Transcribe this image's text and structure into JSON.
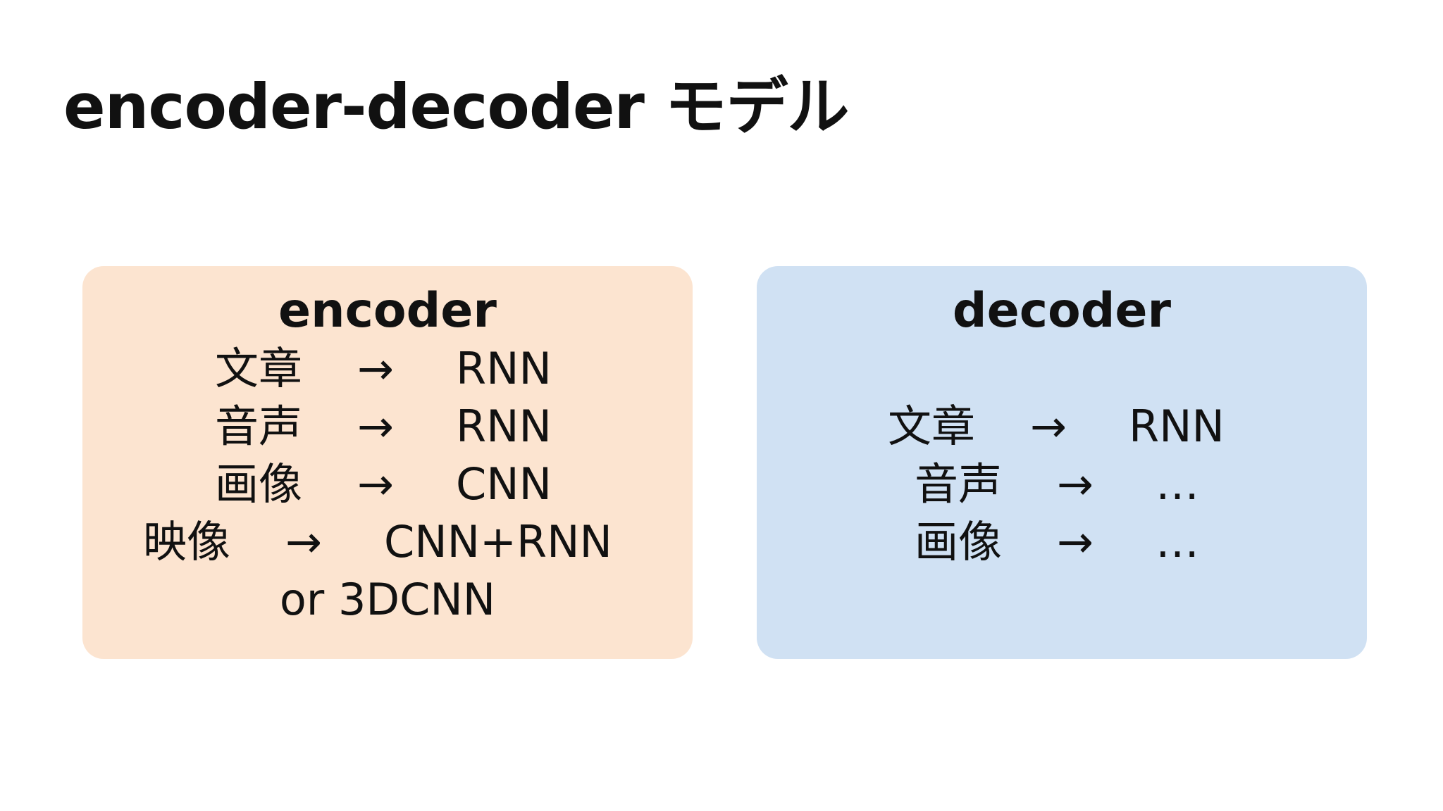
{
  "slide": {
    "title": "encoder-decoder モデル"
  },
  "encoder": {
    "heading": "encoder",
    "rows": [
      {
        "input": "文章",
        "arrow": "→",
        "model": "RNN"
      },
      {
        "input": "音声",
        "arrow": "→",
        "model": "RNN"
      },
      {
        "input": "画像",
        "arrow": "→",
        "model": "CNN"
      },
      {
        "input": "映像",
        "arrow": "→",
        "model": "CNN+RNN"
      }
    ],
    "alternative": "or 3DCNN"
  },
  "decoder": {
    "heading": "decoder",
    "rows": [
      {
        "input": "文章",
        "arrow": "→",
        "model": "RNN"
      },
      {
        "input": "音声",
        "arrow": "→",
        "model": "…"
      },
      {
        "input": "画像",
        "arrow": "→",
        "model": "…"
      }
    ]
  },
  "colors": {
    "encoder_panel": "#fce4d0",
    "decoder_panel": "#d0e1f3",
    "text": "#111111"
  }
}
